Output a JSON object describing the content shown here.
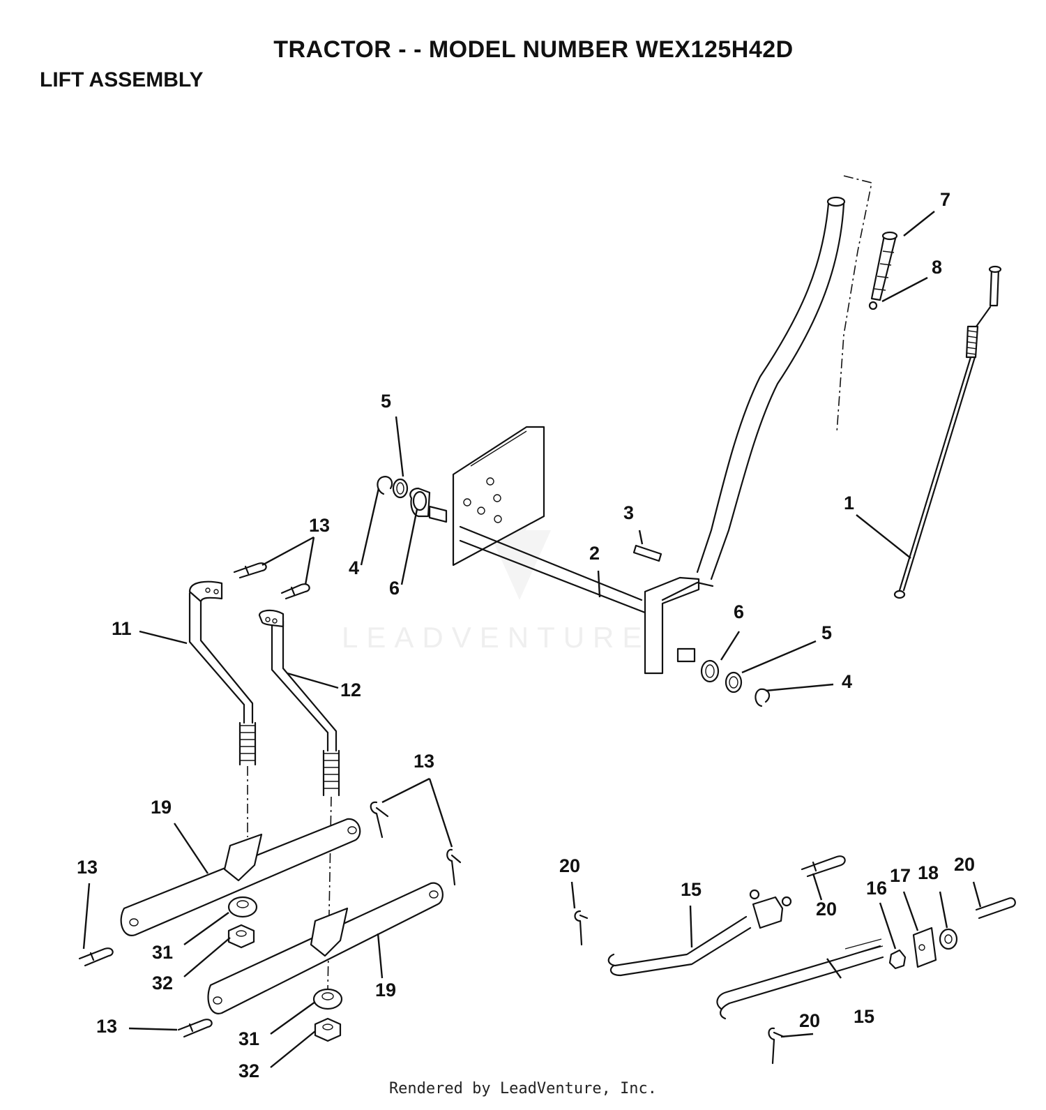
{
  "header": {
    "title": "TRACTOR - - MODEL NUMBER WEX125H42D",
    "subtitle": "LIFT ASSEMBLY"
  },
  "watermark": {
    "text": "LEADVENTURE"
  },
  "footer": {
    "text": "Rendered by LeadVenture, Inc."
  },
  "callouts": [
    "1",
    "2",
    "3",
    "4",
    "4",
    "5",
    "5",
    "6",
    "6",
    "7",
    "8",
    "11",
    "12",
    "13",
    "13",
    "13",
    "13",
    "19",
    "19",
    "31",
    "31",
    "32",
    "32",
    "15",
    "15",
    "16",
    "17",
    "18",
    "20",
    "20",
    "20",
    "20"
  ]
}
